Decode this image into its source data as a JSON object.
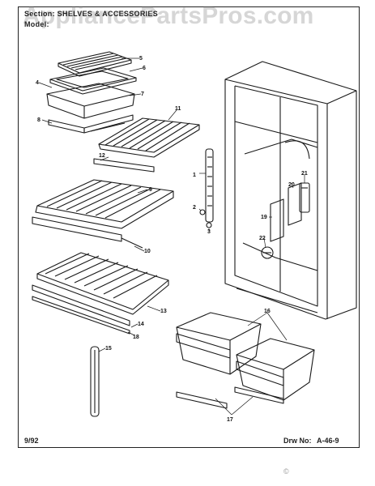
{
  "header": {
    "section_label": "Section:",
    "section_title": "SHELVES & ACCESSORIES",
    "model_label": "Model:"
  },
  "watermark": "AppliancePartsPros.com",
  "footer": {
    "date": "9/92",
    "drawing_label": "Drw No:",
    "drawing_number": "A-46-9"
  },
  "copyright": "©",
  "callouts": [
    "1",
    "2",
    "3",
    "4",
    "5",
    "6",
    "7",
    "8",
    "9",
    "10",
    "11",
    "12",
    "13",
    "14",
    "15",
    "16",
    "17",
    "18",
    "19",
    "20",
    "21",
    "22"
  ]
}
